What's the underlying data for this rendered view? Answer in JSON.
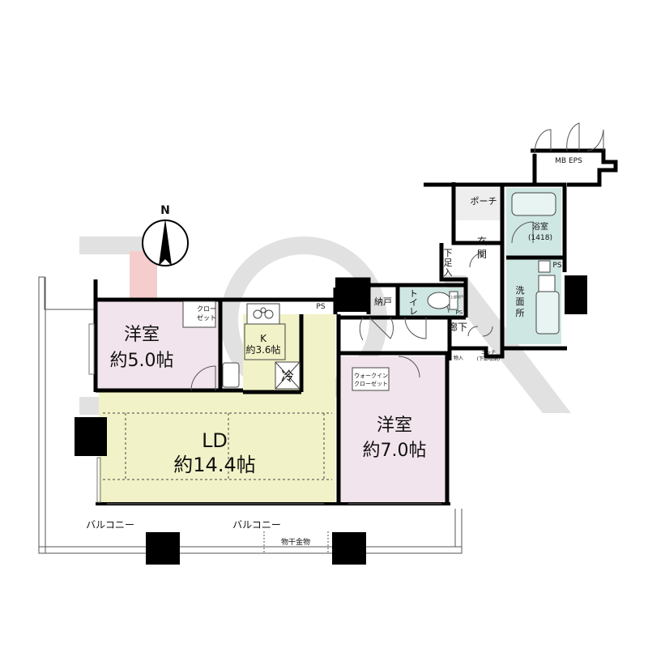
{
  "compass": {
    "north": "N"
  },
  "watermark": {
    "text": "ICA"
  },
  "rooms": {
    "bedroom_west": {
      "name": "洋室",
      "size": "約5.0帖"
    },
    "closet_west": {
      "line1": "クロー",
      "line2": "ゼット"
    },
    "kitchen": {
      "name": "K",
      "size": "約3.6帖"
    },
    "fridge": "冷",
    "ps_kitchen": "PS",
    "ld": {
      "name": "LD",
      "size": "約14.4帖"
    },
    "bedroom_east": {
      "name": "洋室",
      "size": "約7.0帖"
    },
    "walkin": {
      "line1": "ウォークイン",
      "line2": "クローゼット"
    },
    "storage": "納戸",
    "toilet": "トイレ",
    "toilet_shelf": "上部吊戸棚",
    "ps_toilet": "PS",
    "corridor": "廊下",
    "shoe_storage": "物入",
    "niche": {
      "line1": "ニッチ",
      "line2": "(下部収納)"
    },
    "shoe_box": {
      "line1": "下",
      "line2": "足",
      "line3": "入"
    },
    "entrance": {
      "line1": "玄",
      "line2": "関"
    },
    "porch": "ポーチ",
    "bath": {
      "name": "浴室",
      "size": "(1418)"
    },
    "washroom": {
      "line1": "洗",
      "line2": "面",
      "line3": "所"
    },
    "ps_wash": "PS",
    "mb_eps": "MB EPS"
  },
  "balcony": {
    "left": "バルコニー",
    "right": "バルコニー",
    "drying": "物干金物"
  },
  "colors": {
    "wall": "#000000",
    "bedroom": "#f2e4ec",
    "living": "#f2f2c8",
    "wet": "#cfe7e3",
    "porch": "#eeeeee",
    "watermark_gray": "#dedede",
    "watermark_red": "#f4c8c8"
  }
}
